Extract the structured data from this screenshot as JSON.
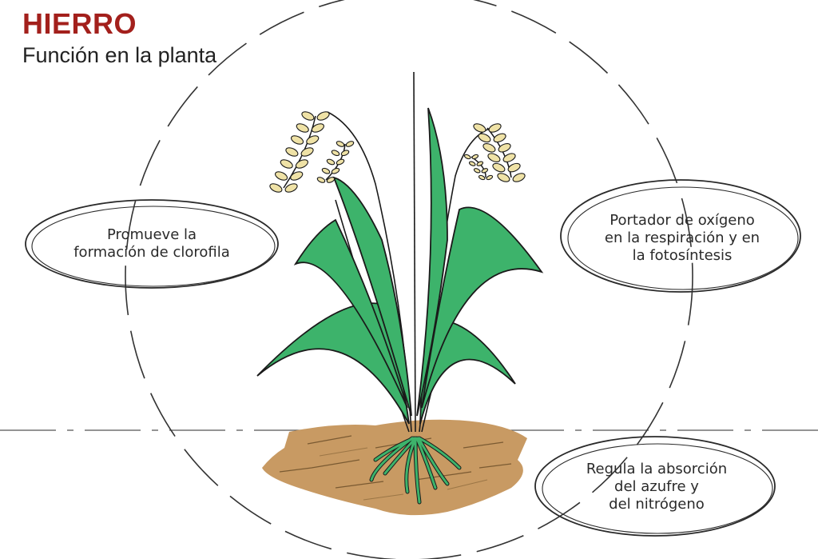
{
  "header": {
    "title": "HIERRO",
    "subtitle": "Función en la planta"
  },
  "colors": {
    "title": "#a3201c",
    "leaf": "#3db36b",
    "leaf_outline": "#1a1a1a",
    "grain": "#efe2a6",
    "soil": "#c89a63",
    "root": "#3db36b"
  },
  "bubbles": [
    {
      "lines": [
        "Promueve la",
        "formación de clorofila"
      ]
    },
    {
      "lines": [
        "Portador de oxígeno",
        "en la respiración y en",
        "la fotosíntesis"
      ]
    },
    {
      "lines": [
        "Regula la absorción",
        "del azufre y",
        "del nitrógeno"
      ]
    }
  ]
}
